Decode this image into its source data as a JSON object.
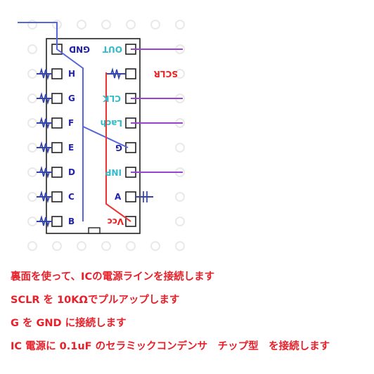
{
  "board": {
    "left_pins": [
      "GND",
      "H",
      "G",
      "F",
      "E",
      "D",
      "C",
      "B"
    ],
    "right_pins": [
      "OUT",
      "",
      "CLK",
      "Lach",
      "G",
      "INP",
      "A",
      "Vcc"
    ],
    "sclr_label": "SCLR"
  },
  "notes": [
    "裏面を使って、ICの電源ラインを接続します",
    "SCLR を 10KΩでプルアップします",
    "G を GND に接続します",
    "IC 電源に 0.1uF のセラミックコンデンサ　チップ型　を接続します"
  ],
  "colors": {
    "hole": "#e9e9e9",
    "outline": "#222222",
    "blue_wire": "#5566dd",
    "red_wire": "#ee3333",
    "purple_wire": "#9944cc",
    "label_blue": "#2222aa",
    "label_cyan": "#33bbcc",
    "label_red": "#ee2222",
    "note_text": "#e8202a"
  }
}
